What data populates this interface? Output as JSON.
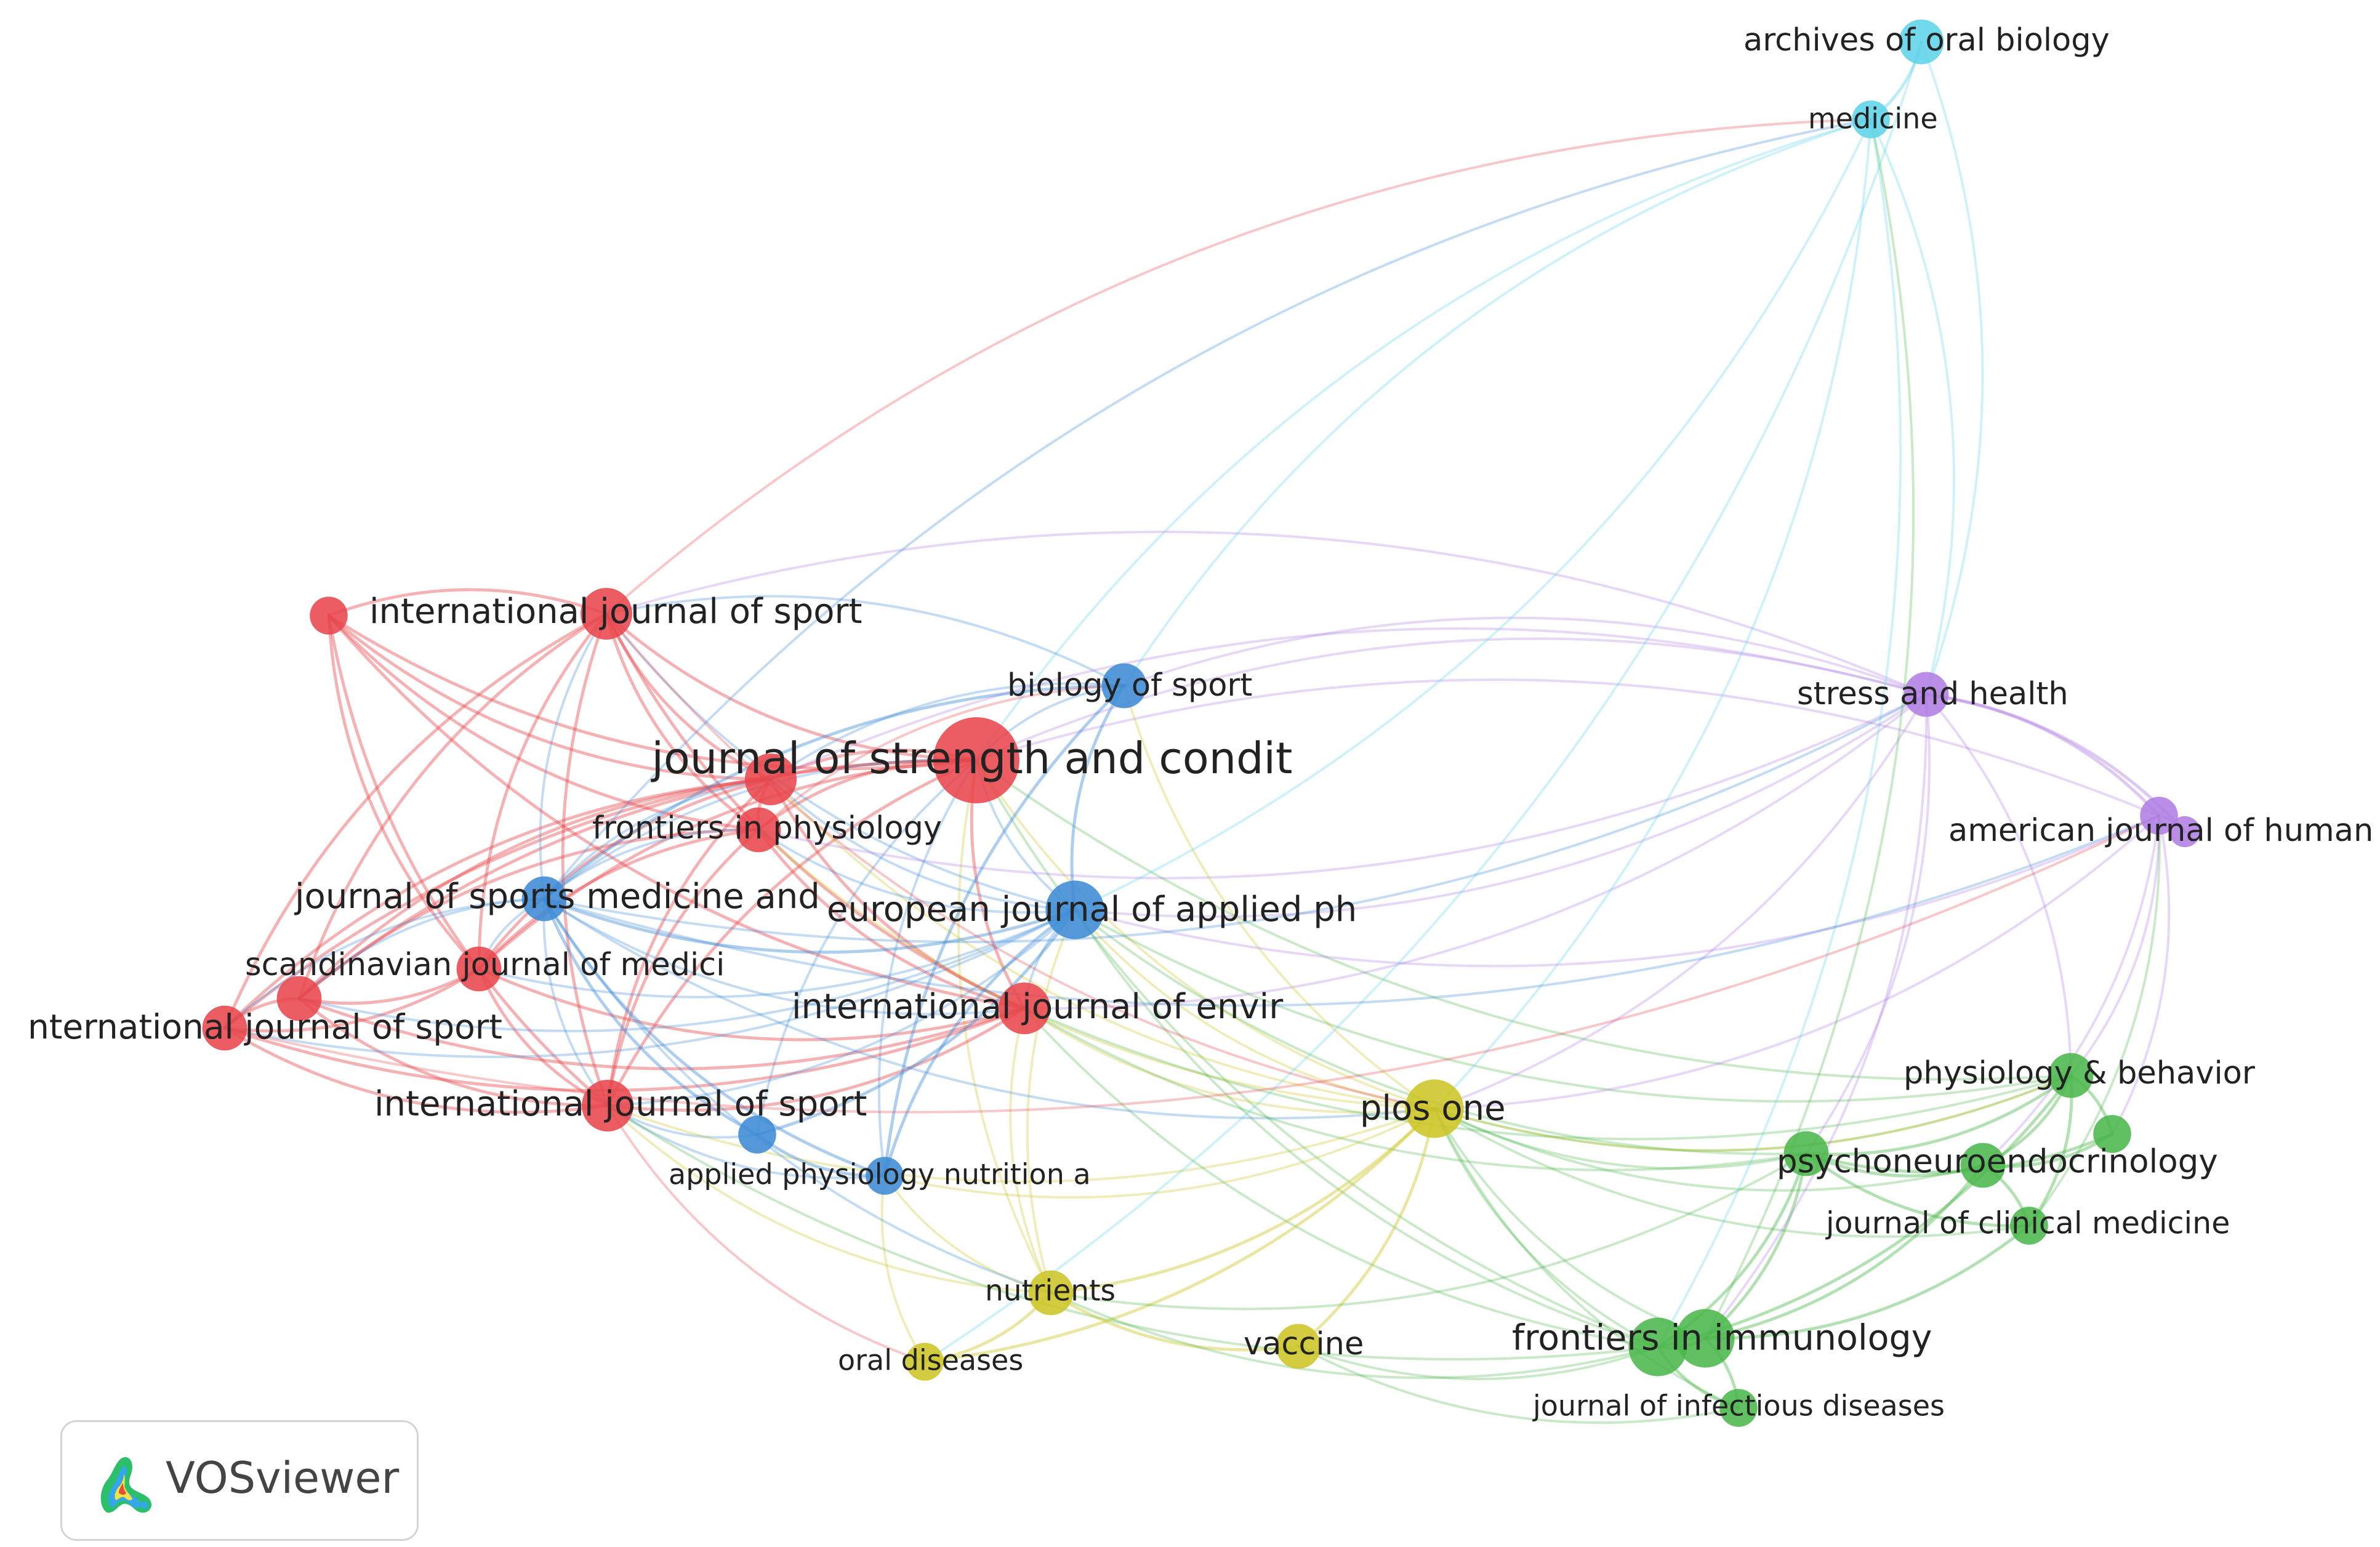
{
  "colors": {
    "red": "#e8474c",
    "blue": "#3d8bd6",
    "yellow": "#cdc526",
    "green": "#4bb74b",
    "purple": "#b17ee3",
    "cyan": "#5fd3e8"
  },
  "nodes": [
    {
      "id": "jsc",
      "label": "journal of strength and condit",
      "cluster": "red",
      "weight": 10
    },
    {
      "id": "ijs_top",
      "label": "international journal of sport",
      "cluster": "red",
      "weight": 5
    },
    {
      "id": "red_tl",
      "label": "",
      "cluster": "red",
      "weight": 3
    },
    {
      "id": "red_mid",
      "label": "",
      "cluster": "red",
      "weight": 5
    },
    {
      "id": "frontiers_phys",
      "label": "frontiers in physiology",
      "cluster": "red",
      "weight": 4
    },
    {
      "id": "scand",
      "label": "scandinavian journal of medici",
      "cluster": "red",
      "weight": 4
    },
    {
      "id": "red_left",
      "label": "",
      "cluster": "red",
      "weight": 4
    },
    {
      "id": "ijs_left",
      "label": "nternational journal of sport",
      "cluster": "red",
      "weight": 4
    },
    {
      "id": "ijs_bottom",
      "label": "international journal of sport",
      "cluster": "red",
      "weight": 5
    },
    {
      "id": "ijenv",
      "label": "international journal of envir",
      "cluster": "red",
      "weight": 5
    },
    {
      "id": "bio_sport",
      "label": "biology of sport",
      "cluster": "blue",
      "weight": 4
    },
    {
      "id": "jsms",
      "label": "journal of sports medicine and",
      "cluster": "blue",
      "weight": 4
    },
    {
      "id": "ejap",
      "label": "european journal of applied ph",
      "cluster": "blue",
      "weight": 6
    },
    {
      "id": "blue_small",
      "label": "",
      "cluster": "blue",
      "weight": 3
    },
    {
      "id": "apnm",
      "label": "applied physiology nutrition a",
      "cluster": "blue",
      "weight": 3
    },
    {
      "id": "plos",
      "label": "plos one",
      "cluster": "yellow",
      "weight": 6
    },
    {
      "id": "nutrients",
      "label": "nutrients",
      "cluster": "yellow",
      "weight": 4
    },
    {
      "id": "oral_dis",
      "label": "oral diseases",
      "cluster": "yellow",
      "weight": 3
    },
    {
      "id": "vaccine",
      "label": "vaccine",
      "cluster": "yellow",
      "weight": 4
    },
    {
      "id": "physbeh",
      "label": "physiology & behavior",
      "cluster": "green",
      "weight": 4
    },
    {
      "id": "green_small",
      "label": "",
      "cluster": "green",
      "weight": 3
    },
    {
      "id": "psycho1",
      "label": "psychoneuroendocrinology",
      "cluster": "green",
      "weight": 4
    },
    {
      "id": "psycho2",
      "label": "",
      "cluster": "green",
      "weight": 4
    },
    {
      "id": "jcm",
      "label": "journal of clinical medicine",
      "cluster": "green",
      "weight": 3
    },
    {
      "id": "fi1",
      "label": "frontiers in immunology",
      "cluster": "green",
      "weight": 6
    },
    {
      "id": "fi2",
      "label": "",
      "cluster": "green",
      "weight": 6
    },
    {
      "id": "jid",
      "label": "journal of infectious diseases",
      "cluster": "green",
      "weight": 3
    },
    {
      "id": "stress",
      "label": "stress and health",
      "cluster": "purple",
      "weight": 4
    },
    {
      "id": "ajhb",
      "label": "american journal of human b",
      "cluster": "purple",
      "weight": 3
    },
    {
      "id": "ajhb2",
      "label": "",
      "cluster": "purple",
      "weight": 2
    },
    {
      "id": "archives",
      "label": "archives of oral biology",
      "cluster": "cyan",
      "weight": 4
    },
    {
      "id": "medicine",
      "label": "medicine",
      "cluster": "cyan",
      "weight": 3
    }
  ],
  "links": [
    [
      "jsc",
      "ijs_top"
    ],
    [
      "jsc",
      "red_tl"
    ],
    [
      "jsc",
      "red_mid"
    ],
    [
      "jsc",
      "frontiers_phys"
    ],
    [
      "jsc",
      "scand"
    ],
    [
      "jsc",
      "red_left"
    ],
    [
      "jsc",
      "ijs_left"
    ],
    [
      "jsc",
      "ijs_bottom"
    ],
    [
      "jsc",
      "ijenv"
    ],
    [
      "jsc",
      "bio_sport"
    ],
    [
      "jsc",
      "jsms"
    ],
    [
      "jsc",
      "ejap"
    ],
    [
      "jsc",
      "apnm"
    ],
    [
      "jsc",
      "blue_small"
    ],
    [
      "jsc",
      "plos"
    ],
    [
      "jsc",
      "nutrients"
    ],
    [
      "jsc",
      "stress"
    ],
    [
      "jsc",
      "ajhb"
    ],
    [
      "jsc",
      "physbeh"
    ],
    [
      "jsc",
      "fi1"
    ],
    [
      "jsc",
      "medicine"
    ],
    [
      "ijs_top",
      "red_tl"
    ],
    [
      "ijs_top",
      "red_mid"
    ],
    [
      "ijs_top",
      "frontiers_phys"
    ],
    [
      "ijs_top",
      "scand"
    ],
    [
      "ijs_top",
      "red_left"
    ],
    [
      "ijs_top",
      "ijs_left"
    ],
    [
      "ijs_top",
      "ijs_bottom"
    ],
    [
      "ijs_top",
      "ijenv"
    ],
    [
      "ijs_top",
      "ejap"
    ],
    [
      "ijs_top",
      "jsms"
    ],
    [
      "ijs_top",
      "bio_sport"
    ],
    [
      "ijs_top",
      "stress"
    ],
    [
      "red_tl",
      "scand"
    ],
    [
      "red_tl",
      "ijs_bottom"
    ],
    [
      "red_tl",
      "red_mid"
    ],
    [
      "red_tl",
      "frontiers_phys"
    ],
    [
      "red_tl",
      "ijenv"
    ],
    [
      "red_mid",
      "frontiers_phys"
    ],
    [
      "red_mid",
      "scand"
    ],
    [
      "red_mid",
      "red_left"
    ],
    [
      "red_mid",
      "ijs_left"
    ],
    [
      "red_mid",
      "ijs_bottom"
    ],
    [
      "red_mid",
      "ijenv"
    ],
    [
      "red_mid",
      "ejap"
    ],
    [
      "red_mid",
      "jsms"
    ],
    [
      "red_mid",
      "bio_sport"
    ],
    [
      "red_mid",
      "plos"
    ],
    [
      "red_mid",
      "stress"
    ],
    [
      "frontiers_phys",
      "scand"
    ],
    [
      "frontiers_phys",
      "ijs_bottom"
    ],
    [
      "frontiers_phys",
      "ejap"
    ],
    [
      "frontiers_phys",
      "ijenv"
    ],
    [
      "frontiers_phys",
      "red_left"
    ],
    [
      "frontiers_phys",
      "jsms"
    ],
    [
      "frontiers_phys",
      "plos"
    ],
    [
      "frontiers_phys",
      "stress"
    ],
    [
      "scand",
      "red_left"
    ],
    [
      "scand",
      "ijs_left"
    ],
    [
      "scand",
      "ijs_bottom"
    ],
    [
      "scand",
      "ijenv"
    ],
    [
      "scand",
      "ejap"
    ],
    [
      "scand",
      "jsms"
    ],
    [
      "red_left",
      "ijs_left"
    ],
    [
      "red_left",
      "ijs_bottom"
    ],
    [
      "red_left",
      "ejap"
    ],
    [
      "red_left",
      "ijenv"
    ],
    [
      "red_left",
      "jsms"
    ],
    [
      "ijs_left",
      "ijs_bottom"
    ],
    [
      "ijs_left",
      "ejap"
    ],
    [
      "ijs_left",
      "ijenv"
    ],
    [
      "ijs_left",
      "jsms"
    ],
    [
      "ijs_bottom",
      "ijenv"
    ],
    [
      "ijs_bottom",
      "ejap"
    ],
    [
      "ijs_bottom",
      "jsms"
    ],
    [
      "ijs_bottom",
      "blue_small"
    ],
    [
      "ijs_bottom",
      "apnm"
    ],
    [
      "ijs_bottom",
      "plos"
    ],
    [
      "ijs_bottom",
      "nutrients"
    ],
    [
      "ijs_bottom",
      "fi1"
    ],
    [
      "ijenv",
      "ejap"
    ],
    [
      "ijenv",
      "plos"
    ],
    [
      "ijenv",
      "nutrients"
    ],
    [
      "ijenv",
      "fi1"
    ],
    [
      "ijenv",
      "jsms"
    ],
    [
      "ijenv",
      "psycho1"
    ],
    [
      "ijenv",
      "stress"
    ],
    [
      "ijenv",
      "physbeh"
    ],
    [
      "bio_sport",
      "ejap"
    ],
    [
      "bio_sport",
      "jsms"
    ],
    [
      "bio_sport",
      "apnm"
    ],
    [
      "bio_sport",
      "plos"
    ],
    [
      "bio_sport",
      "medicine"
    ],
    [
      "bio_sport",
      "frontiers_phys"
    ],
    [
      "bio_sport",
      "stress"
    ],
    [
      "jsms",
      "ejap"
    ],
    [
      "jsms",
      "apnm"
    ],
    [
      "jsms",
      "blue_small"
    ],
    [
      "ejap",
      "apnm"
    ],
    [
      "ejap",
      "blue_small"
    ],
    [
      "ejap",
      "plos"
    ],
    [
      "ejap",
      "fi1"
    ],
    [
      "ejap",
      "medicine"
    ],
    [
      "ejap",
      "stress"
    ],
    [
      "ejap",
      "ajhb"
    ],
    [
      "ejap",
      "physbeh"
    ],
    [
      "ejap",
      "psycho1"
    ],
    [
      "ejap",
      "nutrients"
    ],
    [
      "blue_small",
      "apnm"
    ],
    [
      "apnm",
      "plos"
    ],
    [
      "apnm",
      "nutrients"
    ],
    [
      "apnm",
      "oral_dis"
    ],
    [
      "plos",
      "nutrients"
    ],
    [
      "plos",
      "oral_dis"
    ],
    [
      "plos",
      "vaccine"
    ],
    [
      "plos",
      "fi1"
    ],
    [
      "plos",
      "fi2"
    ],
    [
      "plos",
      "jid"
    ],
    [
      "plos",
      "physbeh"
    ],
    [
      "plos",
      "psycho1"
    ],
    [
      "plos",
      "psycho2"
    ],
    [
      "plos",
      "jcm"
    ],
    [
      "plos",
      "medicine"
    ],
    [
      "plos",
      "stress"
    ],
    [
      "plos",
      "ajhb"
    ],
    [
      "plos",
      "jsms"
    ],
    [
      "plos",
      "ijs_top"
    ],
    [
      "nutrients",
      "oral_dis"
    ],
    [
      "nutrients",
      "vaccine"
    ],
    [
      "nutrients",
      "fi1"
    ],
    [
      "nutrients",
      "psycho1"
    ],
    [
      "nutrients",
      "jsms"
    ],
    [
      "oral_dis",
      "ijs_bottom"
    ],
    [
      "oral_dis",
      "archives"
    ],
    [
      "vaccine",
      "fi1"
    ],
    [
      "vaccine",
      "jid"
    ],
    [
      "physbeh",
      "green_small"
    ],
    [
      "physbeh",
      "psycho1"
    ],
    [
      "physbeh",
      "psycho2"
    ],
    [
      "physbeh",
      "jcm"
    ],
    [
      "physbeh",
      "fi1"
    ],
    [
      "physbeh",
      "stress"
    ],
    [
      "physbeh",
      "ajhb"
    ],
    [
      "physbeh",
      "plos"
    ],
    [
      "green_small",
      "psycho2"
    ],
    [
      "green_small",
      "psycho1"
    ],
    [
      "green_small",
      "ajhb"
    ],
    [
      "psycho1",
      "psycho2"
    ],
    [
      "psycho1",
      "fi1"
    ],
    [
      "psycho1",
      "fi2"
    ],
    [
      "psycho1",
      "jcm"
    ],
    [
      "psycho1",
      "stress"
    ],
    [
      "psycho2",
      "jcm"
    ],
    [
      "psycho2",
      "fi2"
    ],
    [
      "psycho2",
      "ajhb"
    ],
    [
      "jcm",
      "fi2"
    ],
    [
      "fi1",
      "fi2"
    ],
    [
      "fi1",
      "jid"
    ],
    [
      "fi2",
      "jid"
    ],
    [
      "fi1",
      "medicine"
    ],
    [
      "fi2",
      "stress"
    ],
    [
      "stress",
      "ajhb"
    ],
    [
      "stress",
      "ajhb2"
    ],
    [
      "ajhb",
      "ajhb2"
    ],
    [
      "stress",
      "medicine"
    ],
    [
      "stress",
      "archives"
    ],
    [
      "stress",
      "jsms"
    ],
    [
      "ajhb",
      "jsms"
    ],
    [
      "ajhb",
      "ijs_left"
    ],
    [
      "ajhb",
      "jcm"
    ],
    [
      "archives",
      "medicine"
    ],
    [
      "medicine",
      "jsms"
    ],
    [
      "medicine",
      "fi2"
    ],
    [
      "medicine",
      "ijs_top"
    ]
  ],
  "logo": {
    "text": "VOSviewer",
    "icon": "vosviewer-logo-icon"
  }
}
